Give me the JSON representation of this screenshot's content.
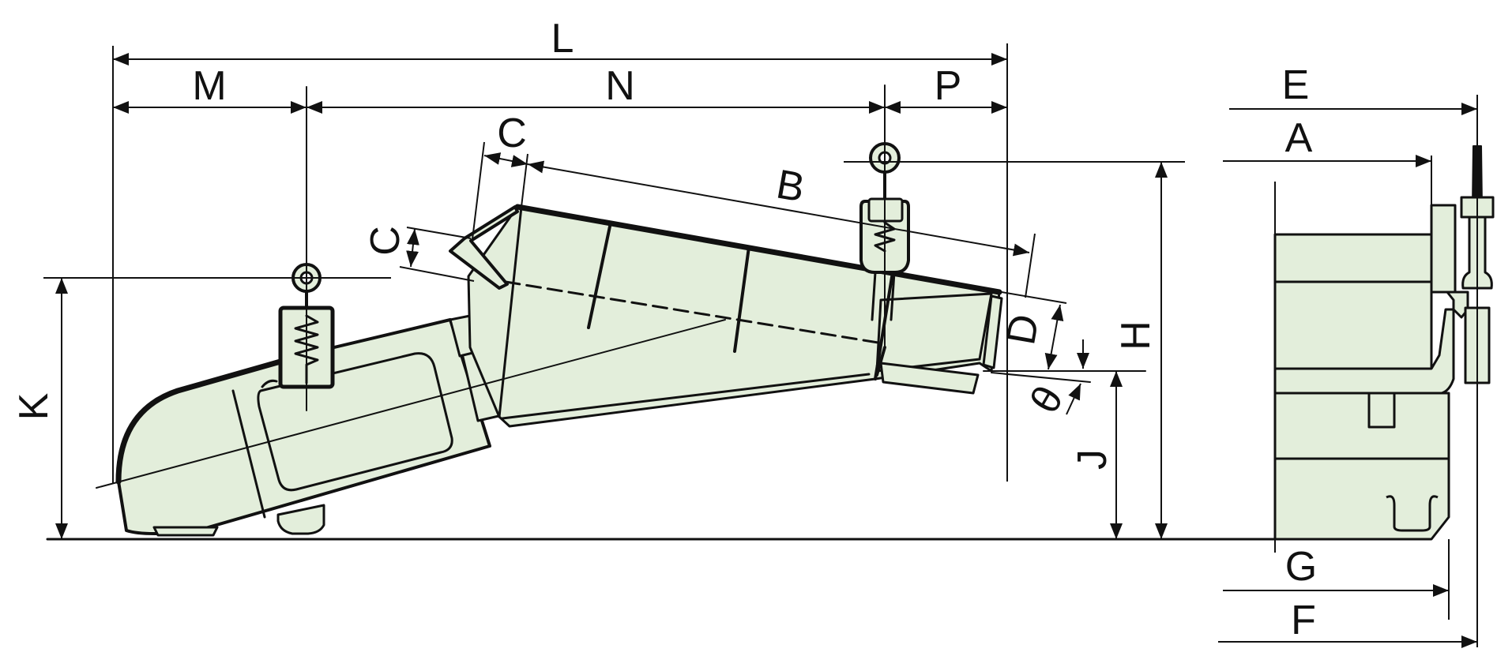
{
  "labels": {
    "L": "L",
    "M": "M",
    "N": "N",
    "P": "P",
    "B": "B",
    "C1": "C",
    "C2": "C",
    "D": "D",
    "H": "H",
    "J": "J",
    "K": "K",
    "theta": "θ",
    "E": "E",
    "A": "A",
    "G": "G",
    "F": "F"
  },
  "colors": {
    "body_fill": "#e3eedb",
    "line": "#111111",
    "background": "#ffffff"
  }
}
